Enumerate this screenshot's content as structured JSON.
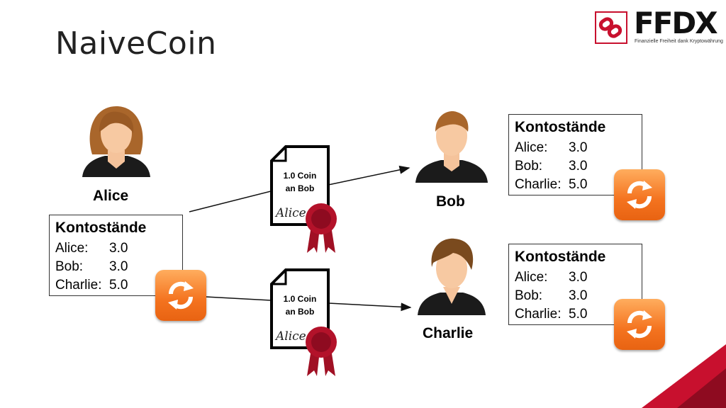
{
  "slide": {
    "title": "NaiveCoin"
  },
  "logo": {
    "name": "FFDX",
    "tagline": "Finanzielle Freiheit dank Kryptowährung"
  },
  "people": {
    "alice": {
      "name": "Alice"
    },
    "bob": {
      "name": "Bob"
    },
    "charlie": {
      "name": "Charlie"
    }
  },
  "ledger": {
    "heading": "Kontostände",
    "rows": [
      {
        "name": "Alice:",
        "value": "3.0"
      },
      {
        "name": "Bob:",
        "value": "3.0"
      },
      {
        "name": "Charlie:",
        "value": "5.0"
      }
    ]
  },
  "transaction": {
    "line1": "1.0 Coin",
    "line2": "an Bob",
    "signature": "Alice"
  },
  "icons": {
    "sync": "sync-icon",
    "seal": "wax-seal-icon",
    "document": "document-icon"
  },
  "colors": {
    "sync_orange": "#f4731f",
    "seal_red": "#b3122a",
    "brand_red": "#c8102e"
  }
}
